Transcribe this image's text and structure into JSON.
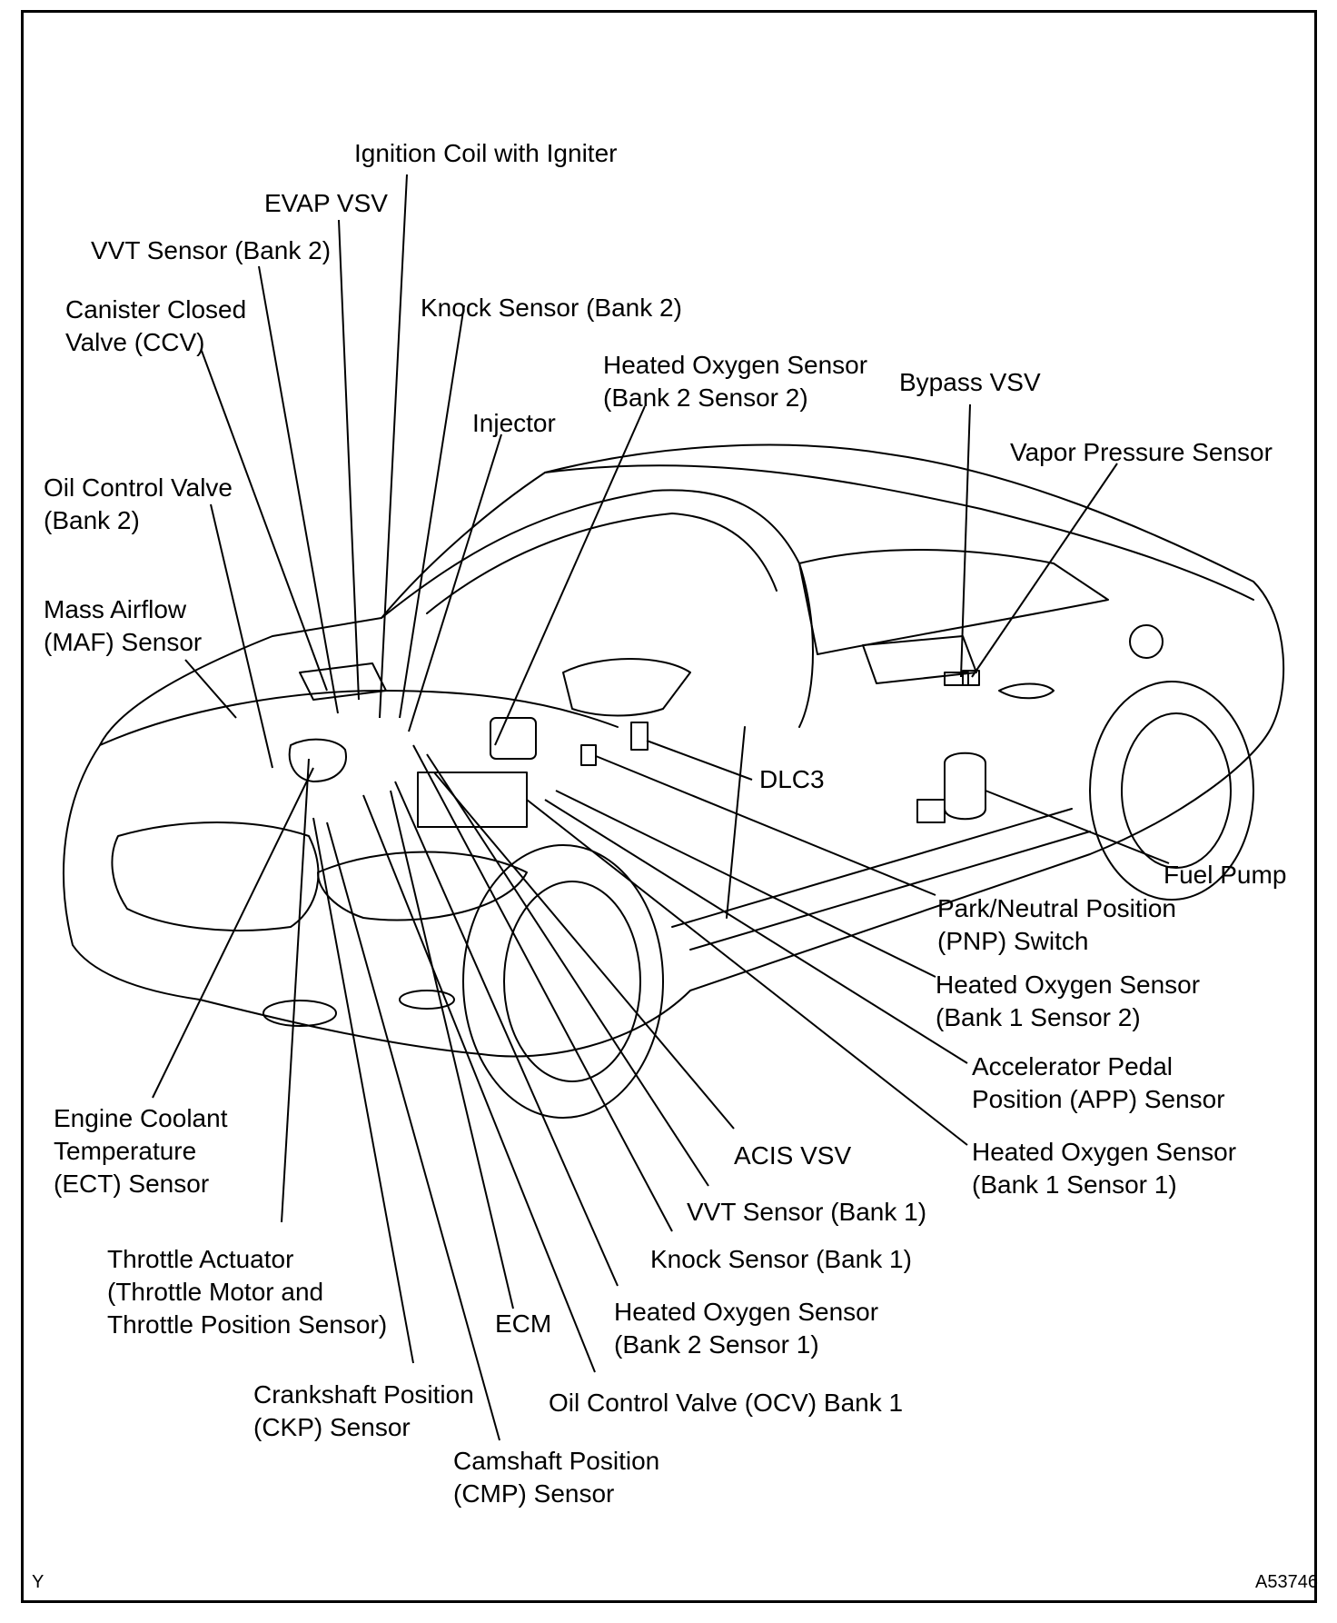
{
  "labels": {
    "ignition_coil": [
      "Ignition Coil with Igniter"
    ],
    "evap_vsv": [
      "EVAP VSV"
    ],
    "vvt_sensor_bank2": [
      "VVT Sensor (Bank 2)"
    ],
    "canister_closed_valve": [
      "Canister Closed",
      "Valve (CCV)"
    ],
    "knock_sensor_bank2": [
      "Knock Sensor (Bank 2)"
    ],
    "ho2_b2s2": [
      "Heated Oxygen Sensor",
      "(Bank 2 Sensor 2)"
    ],
    "bypass_vsv": [
      "Bypass VSV"
    ],
    "injector": [
      "Injector"
    ],
    "vapor_pressure_sensor": [
      "Vapor Pressure Sensor"
    ],
    "ocv_bank2": [
      "Oil Control Valve",
      "(Bank 2)"
    ],
    "maf_sensor": [
      "Mass Airflow",
      "(MAF) Sensor"
    ],
    "dlc3": [
      "DLC3"
    ],
    "fuel_pump": [
      "Fuel Pump"
    ],
    "pnp_switch": [
      "Park/Neutral Position",
      "(PNP) Switch"
    ],
    "ho2_b1s2": [
      "Heated Oxygen Sensor",
      "(Bank 1 Sensor 2)"
    ],
    "app_sensor": [
      "Accelerator Pedal",
      "Position (APP) Sensor"
    ],
    "ect_sensor": [
      "Engine Coolant",
      "Temperature",
      "(ECT) Sensor"
    ],
    "acis_vsv": [
      "ACIS VSV"
    ],
    "ho2_b1s1": [
      "Heated Oxygen Sensor",
      "(Bank 1 Sensor 1)"
    ],
    "vvt_sensor_bank1": [
      "VVT Sensor (Bank 1)"
    ],
    "throttle_actuator": [
      "Throttle Actuator",
      "(Throttle Motor and",
      "Throttle Position Sensor)"
    ],
    "knock_sensor_bank1": [
      "Knock Sensor (Bank 1)"
    ],
    "ecm": [
      "ECM"
    ],
    "ho2_b2s1": [
      "Heated Oxygen Sensor",
      "(Bank 2 Sensor 1)"
    ],
    "ckp_sensor": [
      "Crankshaft Position",
      "(CKP) Sensor"
    ],
    "ocv_bank1": [
      "Oil Control Valve (OCV) Bank 1"
    ],
    "cmp_sensor": [
      "Camshaft Position",
      "(CMP) Sensor"
    ]
  },
  "corner": {
    "left": "Y",
    "right": "A53746"
  }
}
